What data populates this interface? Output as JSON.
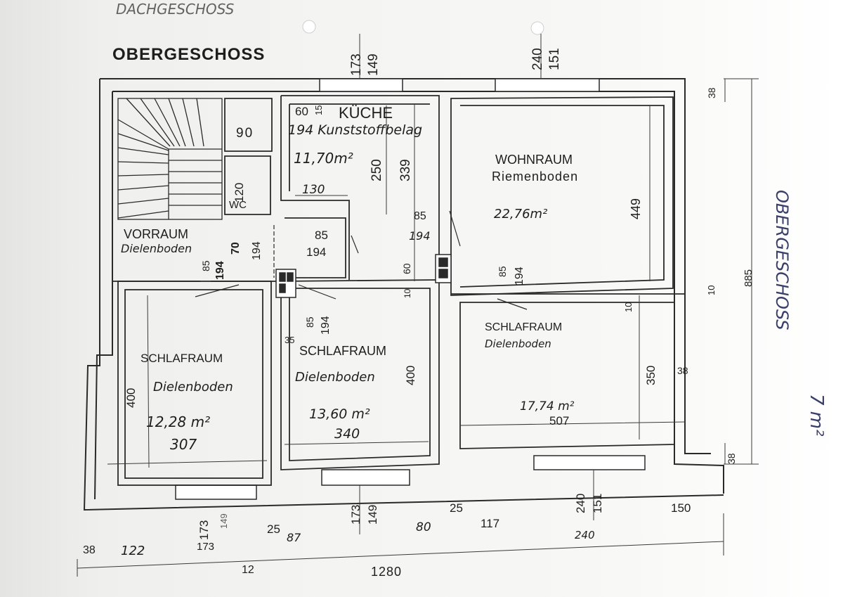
{
  "sheet": {
    "top_cut_text": "DACHGESCHOSS",
    "title": "OBERGESCHOSS",
    "margin_note": "OBERGESCHOSS",
    "margin_area": "7 m²"
  },
  "rooms": {
    "kueche": {
      "name": "KÜCHE",
      "floor": "194 Kunststoffbelag",
      "area": "11,70m²",
      "dim_60": "60",
      "dim_15": "15",
      "dim_130": "130",
      "dim_250": "250",
      "dim_339": "339"
    },
    "wohnraum": {
      "name": "WOHNRAUM",
      "floor": "Riemenboden",
      "area": "22,76m²",
      "dim_449": "449"
    },
    "vorraum": {
      "name": "VORRAUM",
      "floor": "Dielenboden"
    },
    "wc": {
      "name": "WC",
      "dim_90": "90",
      "dim_120": "120"
    },
    "schlaf_links": {
      "name": "SCHLAFRAUM",
      "floor": "Dielenboden",
      "area": "12,28 m²",
      "width": "307",
      "depth": "400"
    },
    "schlaf_mitte": {
      "name": "SCHLAFRAUM",
      "floor": "Dielenboden",
      "area": "13,60 m²",
      "width": "340",
      "depth": "400",
      "dim_35": "35"
    },
    "schlaf_rechts": {
      "name": "SCHLAFRAUM",
      "floor": "Dielenboden",
      "area": "17,74 m²",
      "width": "507",
      "depth": "350",
      "dim_38": "38"
    }
  },
  "doors": {
    "d1_w": "85",
    "d1_h": "194",
    "d2_w": "85",
    "d2_h": "194",
    "d3_w": "85",
    "d3_h": "194",
    "d4_w": "85",
    "d4_h": "194",
    "d5_w": "70",
    "d5_h": "194",
    "d6_w": "85",
    "d6_h": "194",
    "d7_w": "60",
    "d7_h": "10"
  },
  "windows": {
    "top1_a": "173",
    "top1_b": "149",
    "top2_a": "240",
    "top2_b": "151",
    "bot1_a": "173",
    "bot1_b": "149",
    "bot2_a": "173",
    "bot2_b": "149",
    "bot3_a": "240",
    "bot3_b": "151"
  },
  "dimensions": {
    "bottom": [
      "38",
      "122",
      "173",
      "12",
      "25",
      "87",
      "80",
      "25",
      "117",
      "240",
      "150",
      "1280"
    ],
    "right_38_top": "38",
    "right_10": "10",
    "right_885": "885",
    "right_38_bottom": "38",
    "small_10a": "10",
    "small_10b": "10"
  }
}
